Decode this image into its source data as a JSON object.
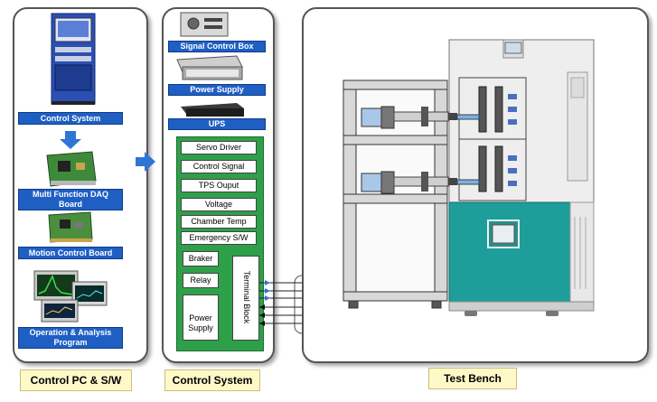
{
  "left_panel": {
    "items": [
      "Control System",
      "Multi Function DAQ Board",
      "Motion Control Board",
      "Operation & Analysis Program"
    ],
    "caption": "Control PC & S/W"
  },
  "middle_panel": {
    "top_items": [
      "Signal Control Box",
      "Power Supply",
      "UPS"
    ],
    "signals": [
      "Servo Driver",
      "Control Signal",
      "TPS Ouput",
      "Voltage",
      "Chamber Temp",
      "Emergency S/W"
    ],
    "braker": "Braker",
    "relay": "Relay",
    "power_supply": "Power Supply",
    "terminal_block": "Terminal Block",
    "caption": "Control System"
  },
  "right_panel": {
    "caption": "Test Bench"
  },
  "colors": {
    "accent_blue": "#1f5fc4",
    "green": "#2fa04a",
    "caption_bg": "#fff9c8",
    "chamber_teal": "#1e9e9a"
  }
}
